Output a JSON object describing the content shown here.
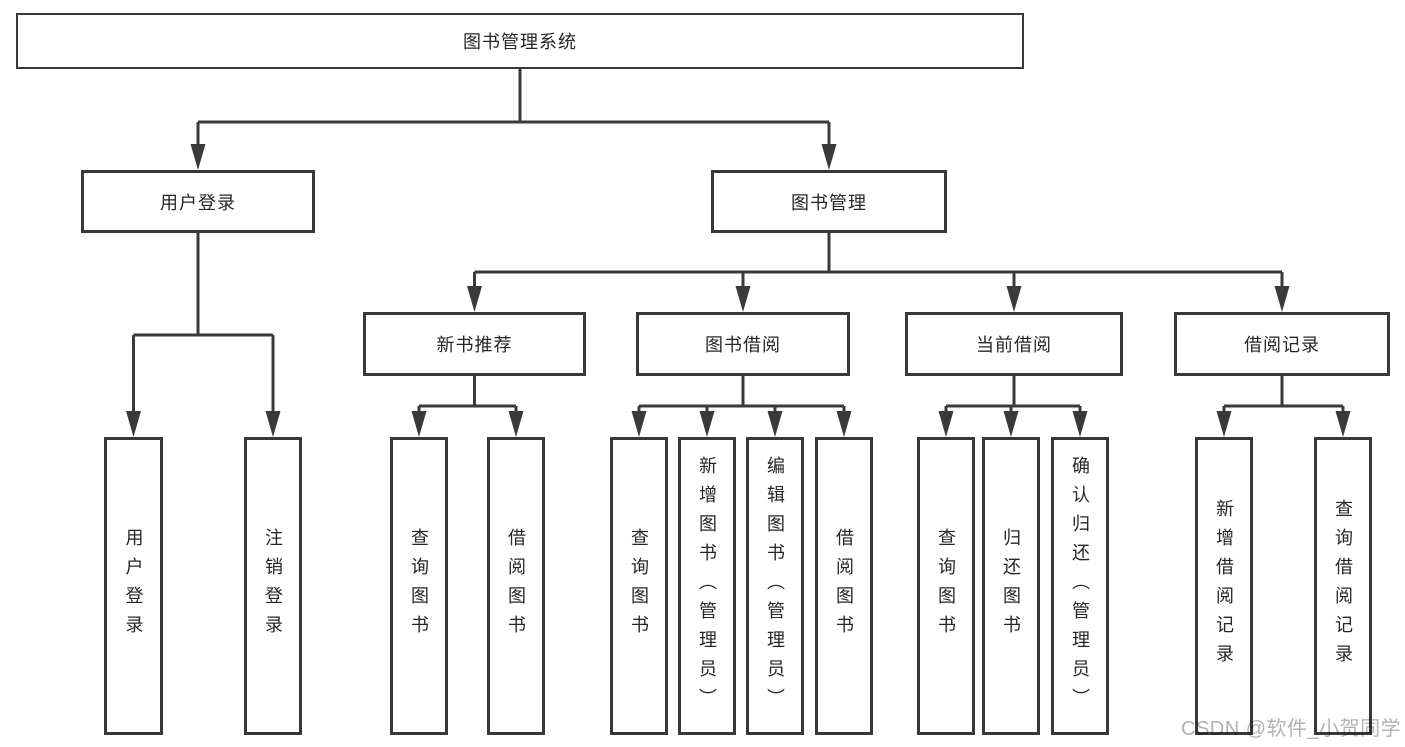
{
  "tree": {
    "label": "图书管理系统",
    "children": [
      {
        "label": "用户登录",
        "children": [
          {
            "label": "用户登录"
          },
          {
            "label": "注销登录"
          }
        ]
      },
      {
        "label": "图书管理",
        "children": [
          {
            "label": "新书推荐",
            "children": [
              {
                "label": "查询图书"
              },
              {
                "label": "借阅图书"
              }
            ]
          },
          {
            "label": "图书借阅",
            "children": [
              {
                "label": "查询图书"
              },
              {
                "label": "新增图书（管理员）"
              },
              {
                "label": "编辑图书（管理员）"
              },
              {
                "label": "借阅图书"
              }
            ]
          },
          {
            "label": "当前借阅",
            "children": [
              {
                "label": "查询图书"
              },
              {
                "label": "归还图书"
              },
              {
                "label": "确认归还（管理员）"
              }
            ]
          },
          {
            "label": "借阅记录",
            "children": [
              {
                "label": "新增借阅记录"
              },
              {
                "label": "查询借阅记录"
              }
            ]
          }
        ]
      }
    ]
  },
  "watermark": "CSDN @软件_小贺同学",
  "colors": {
    "line": "#3a3a3a",
    "box_border": "#383838",
    "text": "#262626",
    "watermark": "#b3b3b3",
    "background": "#ffffff"
  }
}
